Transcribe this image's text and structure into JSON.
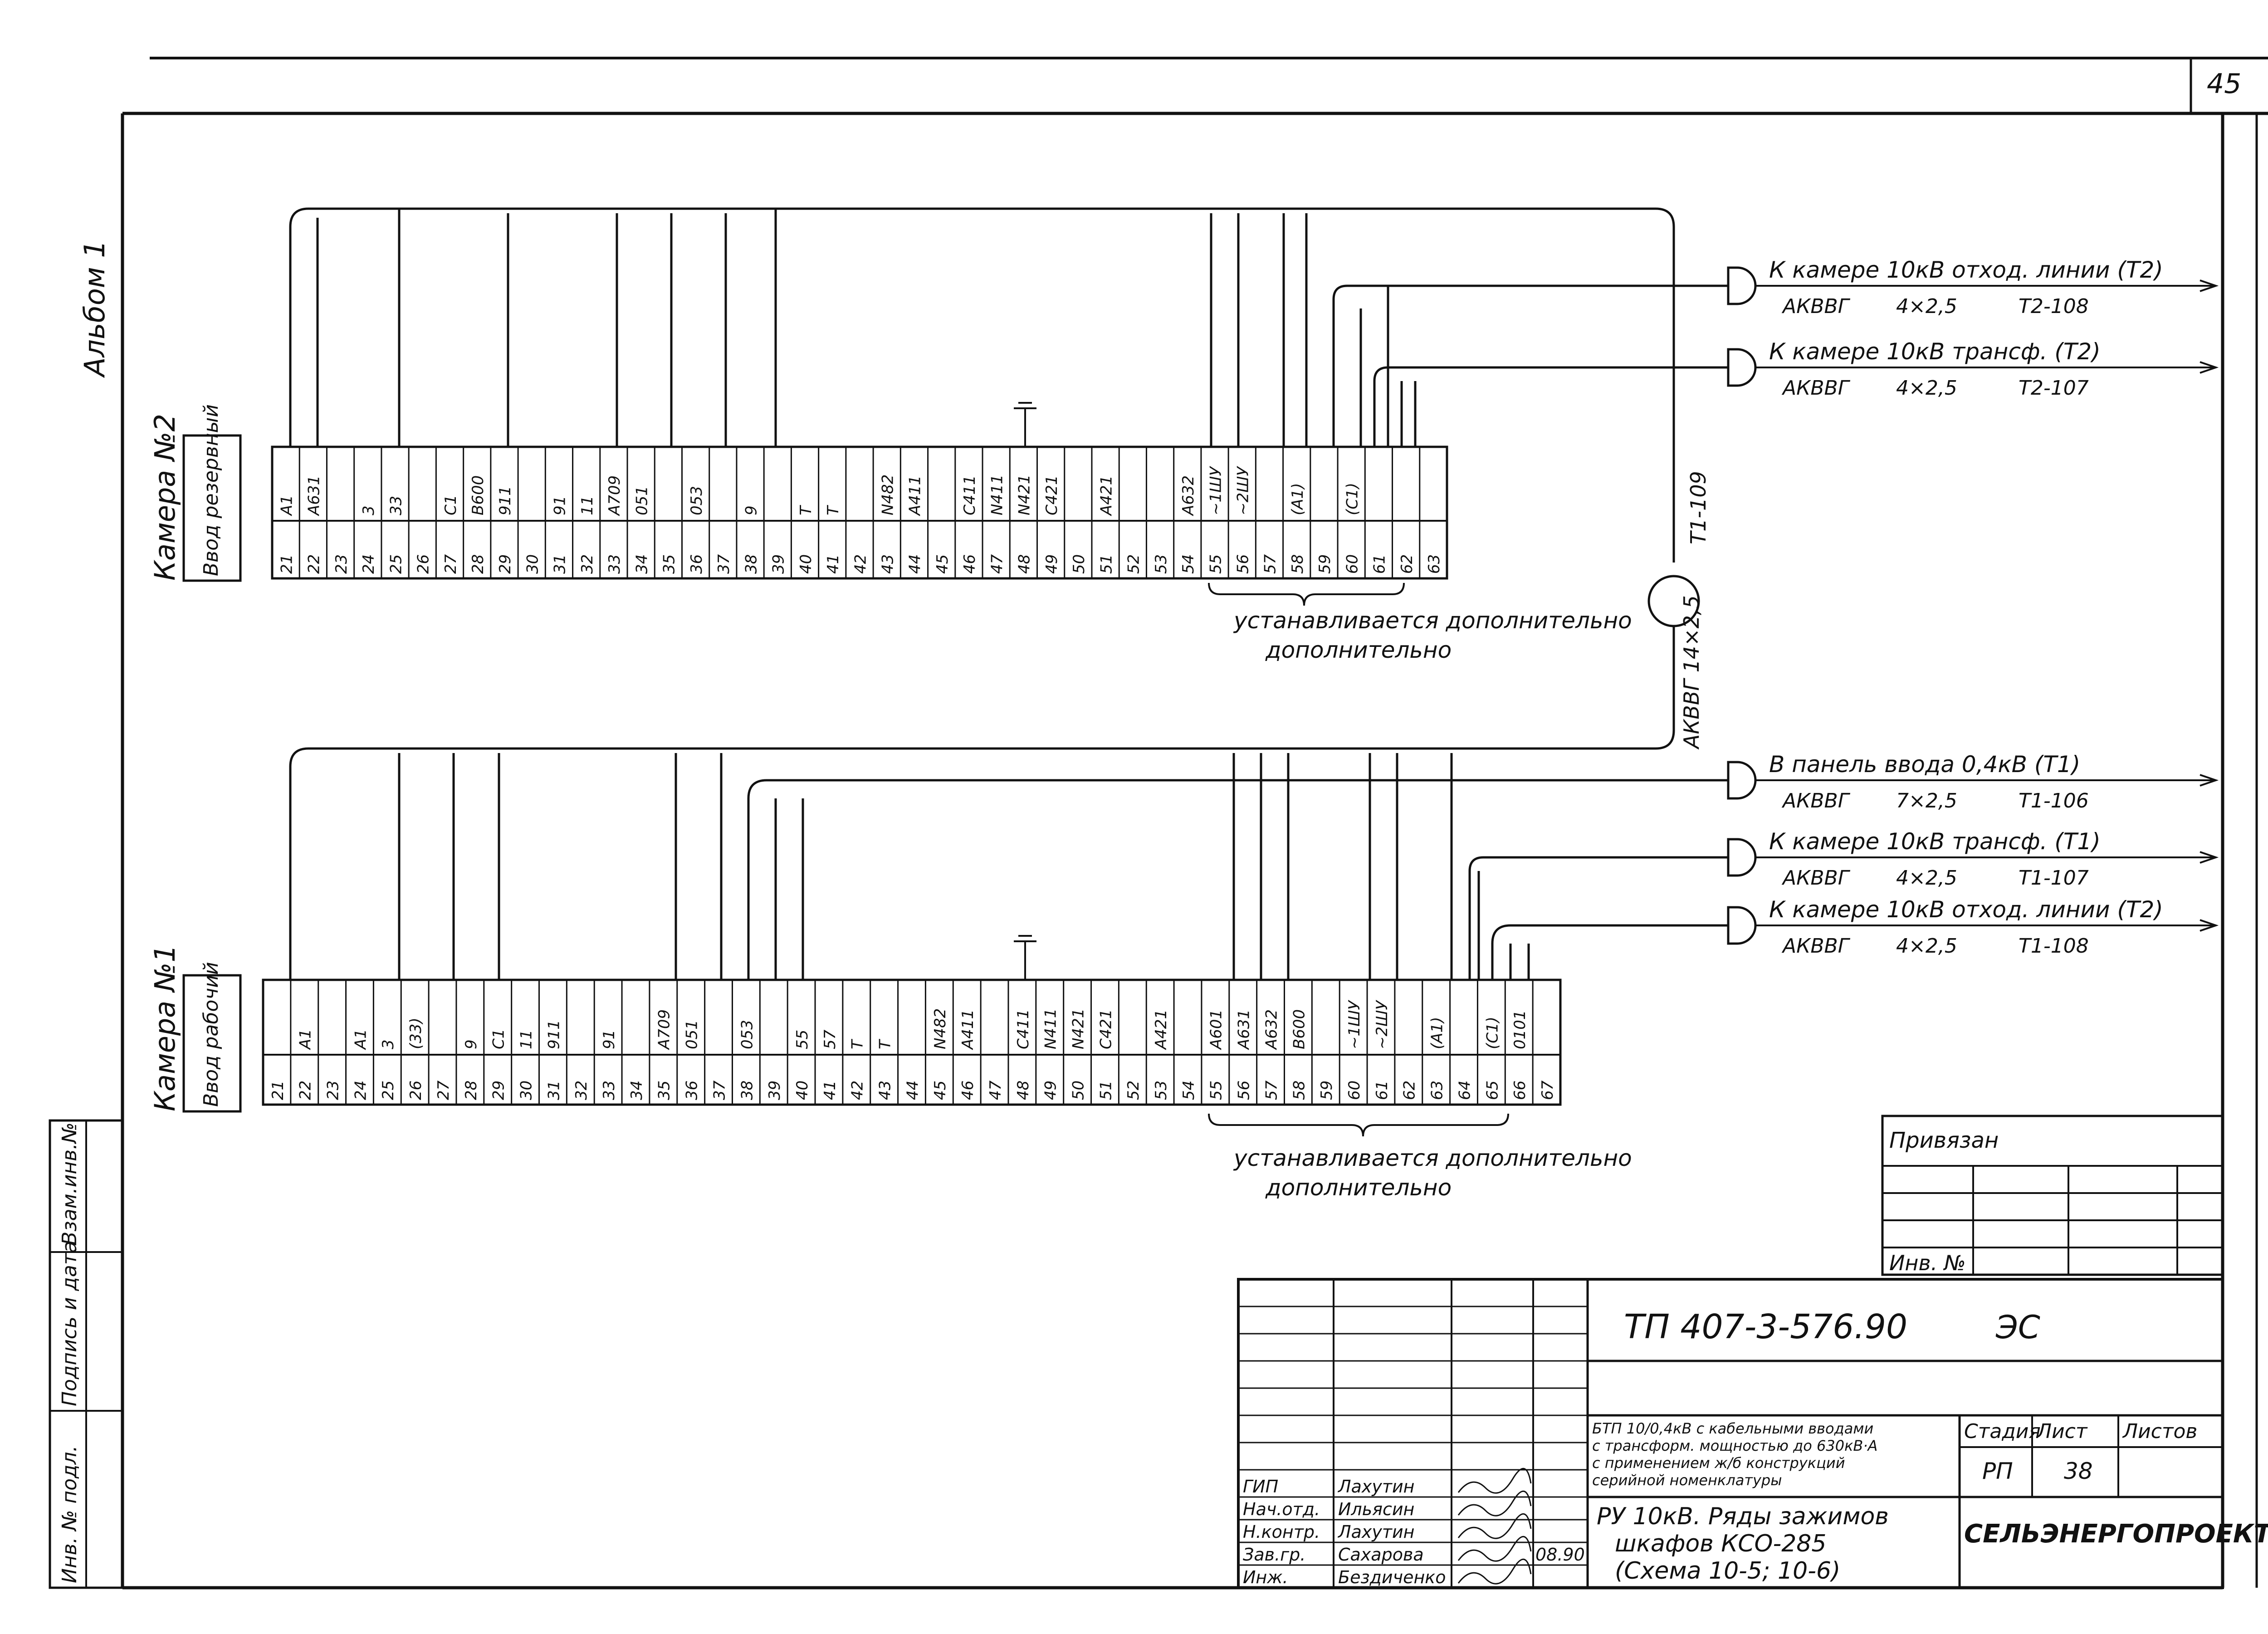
{
  "sheet": {
    "number": "45",
    "album": "Альбом 1"
  },
  "colors": {
    "ink": "#111111",
    "paper": "#ffffff"
  },
  "upper_block": {
    "camera": "Камера №2",
    "input": "Ввод резервный",
    "terminals": [
      "21",
      "22",
      "23",
      "24",
      "25",
      "26",
      "27",
      "28",
      "29",
      "30",
      "31",
      "32",
      "33",
      "34",
      "35",
      "36",
      "37",
      "38",
      "39",
      "40",
      "41",
      "42",
      "43",
      "44",
      "45",
      "46",
      "47",
      "48",
      "49",
      "50",
      "51",
      "52",
      "53",
      "54",
      "55",
      "56",
      "57",
      "58",
      "59",
      "60",
      "61",
      "62",
      "63"
    ],
    "marks": [
      "А1",
      "А631",
      "",
      "3",
      "33",
      "",
      "С1",
      "В600",
      "911",
      "",
      "91",
      "11",
      "А709",
      "051",
      "",
      "053",
      "",
      "9",
      "",
      "Т",
      "Т",
      "",
      "N482",
      "А411",
      "",
      "С411",
      "N411",
      "N421",
      "С421",
      "",
      "А421",
      "",
      "",
      "А632",
      "~1ШУ",
      "~2ШУ",
      "",
      "(А1)",
      "",
      "(С1)",
      ""
    ],
    "note": "устанавливается дополнительно"
  },
  "lower_block": {
    "camera": "Камера №1",
    "input": "Ввод рабочий",
    "terminals": [
      "21",
      "22",
      "23",
      "24",
      "25",
      "26",
      "27",
      "28",
      "29",
      "30",
      "31",
      "32",
      "33",
      "34",
      "35",
      "36",
      "37",
      "38",
      "39",
      "40",
      "41",
      "42",
      "43",
      "44",
      "45",
      "46",
      "47",
      "48",
      "49",
      "50",
      "51",
      "52",
      "53",
      "54",
      "55",
      "56",
      "57",
      "58",
      "59",
      "60",
      "61",
      "62",
      "63",
      "64",
      "65",
      "66",
      "67"
    ],
    "marks": [
      "",
      "А1",
      "",
      "А1",
      "3",
      "(33)",
      "",
      "9",
      "С1",
      "11",
      "911",
      "",
      "91",
      "",
      "А709",
      "051",
      "",
      "053",
      "",
      "55",
      "57",
      "Т",
      "Т",
      "",
      "N482",
      "А411",
      "",
      "С411",
      "N411",
      "N421",
      "С421",
      "",
      "А421",
      "",
      "А601",
      "А631",
      "А632",
      "В600",
      "",
      "~1ШУ",
      "~2ШУ",
      "",
      "(А1)",
      "",
      "(С1)",
      "0101",
      ""
    ],
    "note": "устанавливается дополнительно"
  },
  "cables": [
    {
      "title": "К камере 10кВ отход. линии (Т2)",
      "type": "АКВВГ",
      "size": "4×2,5",
      "code": "Т2-108"
    },
    {
      "title": "К камере 10кВ трансф. (Т2)",
      "type": "АКВВГ",
      "size": "4×2,5",
      "code": "Т2-107"
    },
    {
      "title": "В панель ввода 0,4кВ (Т1)",
      "type": "АКВВГ",
      "size": "7×2,5",
      "code": "Т1-106"
    },
    {
      "title": "К камере 10кВ трансф. (Т1)",
      "type": "АКВВГ",
      "size": "4×2,5",
      "code": "Т1-107"
    },
    {
      "title": "К камере 10кВ отход. линии (Т2)",
      "type": "АКВВГ",
      "size": "4×2,5",
      "code": "Т1-108"
    }
  ],
  "tie_cable": {
    "code": "Т1-109",
    "type": "АКВВГ 14×2,5"
  },
  "stamps": {
    "bound": "Привязан",
    "inv": "Инв. №",
    "side": [
      "Инв. № подл.",
      "Подпись и дата",
      "Взам.инв.№"
    ]
  },
  "title_block": {
    "doc_code": "ТП 407-3-576.90",
    "mark": "ЭС",
    "description_lines": [
      "БТП 10/0,4кВ с кабельными вводами",
      "с трансформ. мощностью до 630кВ·А",
      "с применением ж/б конструкций",
      "серийной номенклатуры"
    ],
    "sheet_title_lines": [
      "РУ 10кВ. Ряды зажимов",
      "шкафов КСО-285",
      "(Схема 10-5; 10-6)"
    ],
    "stage_label": "Стадия",
    "sheet_label": "Лист",
    "sheets_label": "Листов",
    "stage": "РП",
    "sheet": "38",
    "org": "СЕЛЬЭНЕРГОПРОЕКТ",
    "roles": [
      "ГИП",
      "Нач.отд.",
      "Н.контр.",
      "Зав.гр.",
      "Инж."
    ],
    "names": [
      "Лахутин",
      "Ильясин",
      "Лахутин",
      "Сахарова",
      "Бездиченко"
    ],
    "date": "08.90"
  }
}
